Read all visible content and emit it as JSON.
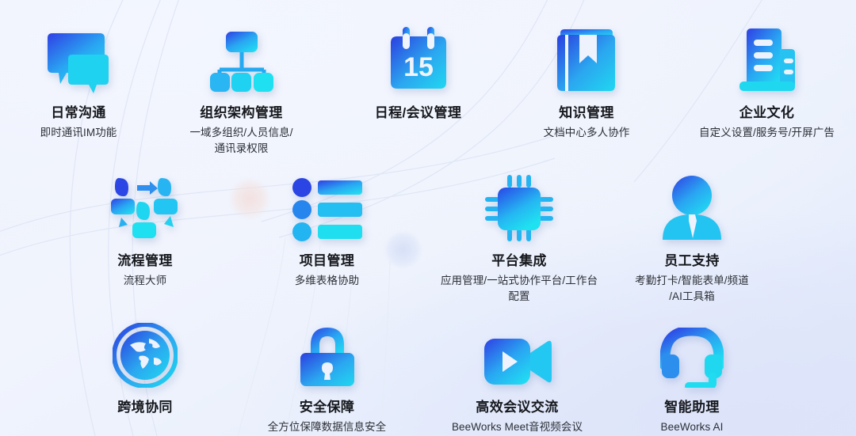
{
  "page": {
    "background_colors": {
      "top_left": "#F3F6FE",
      "center": "#F0F4FD",
      "bottom_right": "#DDE4FA"
    },
    "icon_gradient": {
      "from": "#2B3FE0",
      "to": "#1FD8F0"
    },
    "title_color": "#16181D",
    "desc_color": "#2B2F36",
    "decorations": [
      {
        "name": "pink-blur-circle",
        "color": "#F3DEDD"
      },
      {
        "name": "blue-blur-circle",
        "color": "#D4DEF6"
      },
      {
        "name": "curved-line-arcs",
        "color": "#E2E8F7"
      }
    ]
  },
  "features": [
    {
      "id": "daily-communication",
      "icon": "chat-bubbles-icon",
      "title": "日常沟通",
      "desc": "即时通讯IM功能"
    },
    {
      "id": "org-structure-management",
      "icon": "org-chart-icon",
      "title": "组织架构管理",
      "desc": "一域多组织/人员信息/\n通讯录权限"
    },
    {
      "id": "schedule-meeting-management",
      "icon": "calendar-icon",
      "title": "日程/会议管理",
      "desc": ""
    },
    {
      "id": "knowledge-management",
      "icon": "book-bookmark-icon",
      "title": "知识管理",
      "desc": "文档中心多人协作"
    },
    {
      "id": "corporate-culture",
      "icon": "office-building-icon",
      "title": "企业文化",
      "desc": "自定义设置/服务号/开屏广告"
    },
    {
      "id": "process-management",
      "icon": "workflow-people-icon",
      "title": "流程管理",
      "desc": "流程大师"
    },
    {
      "id": "project-management",
      "icon": "bullet-list-icon",
      "title": "项目管理",
      "desc": "多维表格协助"
    },
    {
      "id": "platform-integration",
      "icon": "microchip-icon",
      "title": "平台集成",
      "desc": "应用管理/一站式协作平台/工作台\n配置"
    },
    {
      "id": "employee-support",
      "icon": "employee-tie-icon",
      "title": "员工支持",
      "desc": "考勤打卡/智能表单/频道\n/AI工具箱"
    },
    {
      "id": "cross-border-collaboration",
      "icon": "globe-icon",
      "title": "跨境协同",
      "desc": ""
    },
    {
      "id": "security-assurance",
      "icon": "padlock-icon",
      "title": "安全保障",
      "desc": "全方位保障数据信息安全"
    },
    {
      "id": "efficient-meeting",
      "icon": "video-camera-icon",
      "title": "高效会议交流",
      "desc": "BeeWorks Meet音视频会议"
    },
    {
      "id": "intelligent-assistant",
      "icon": "headset-icon",
      "title": "智能助理",
      "desc": "BeeWorks AI"
    }
  ],
  "calendar_day": "15"
}
